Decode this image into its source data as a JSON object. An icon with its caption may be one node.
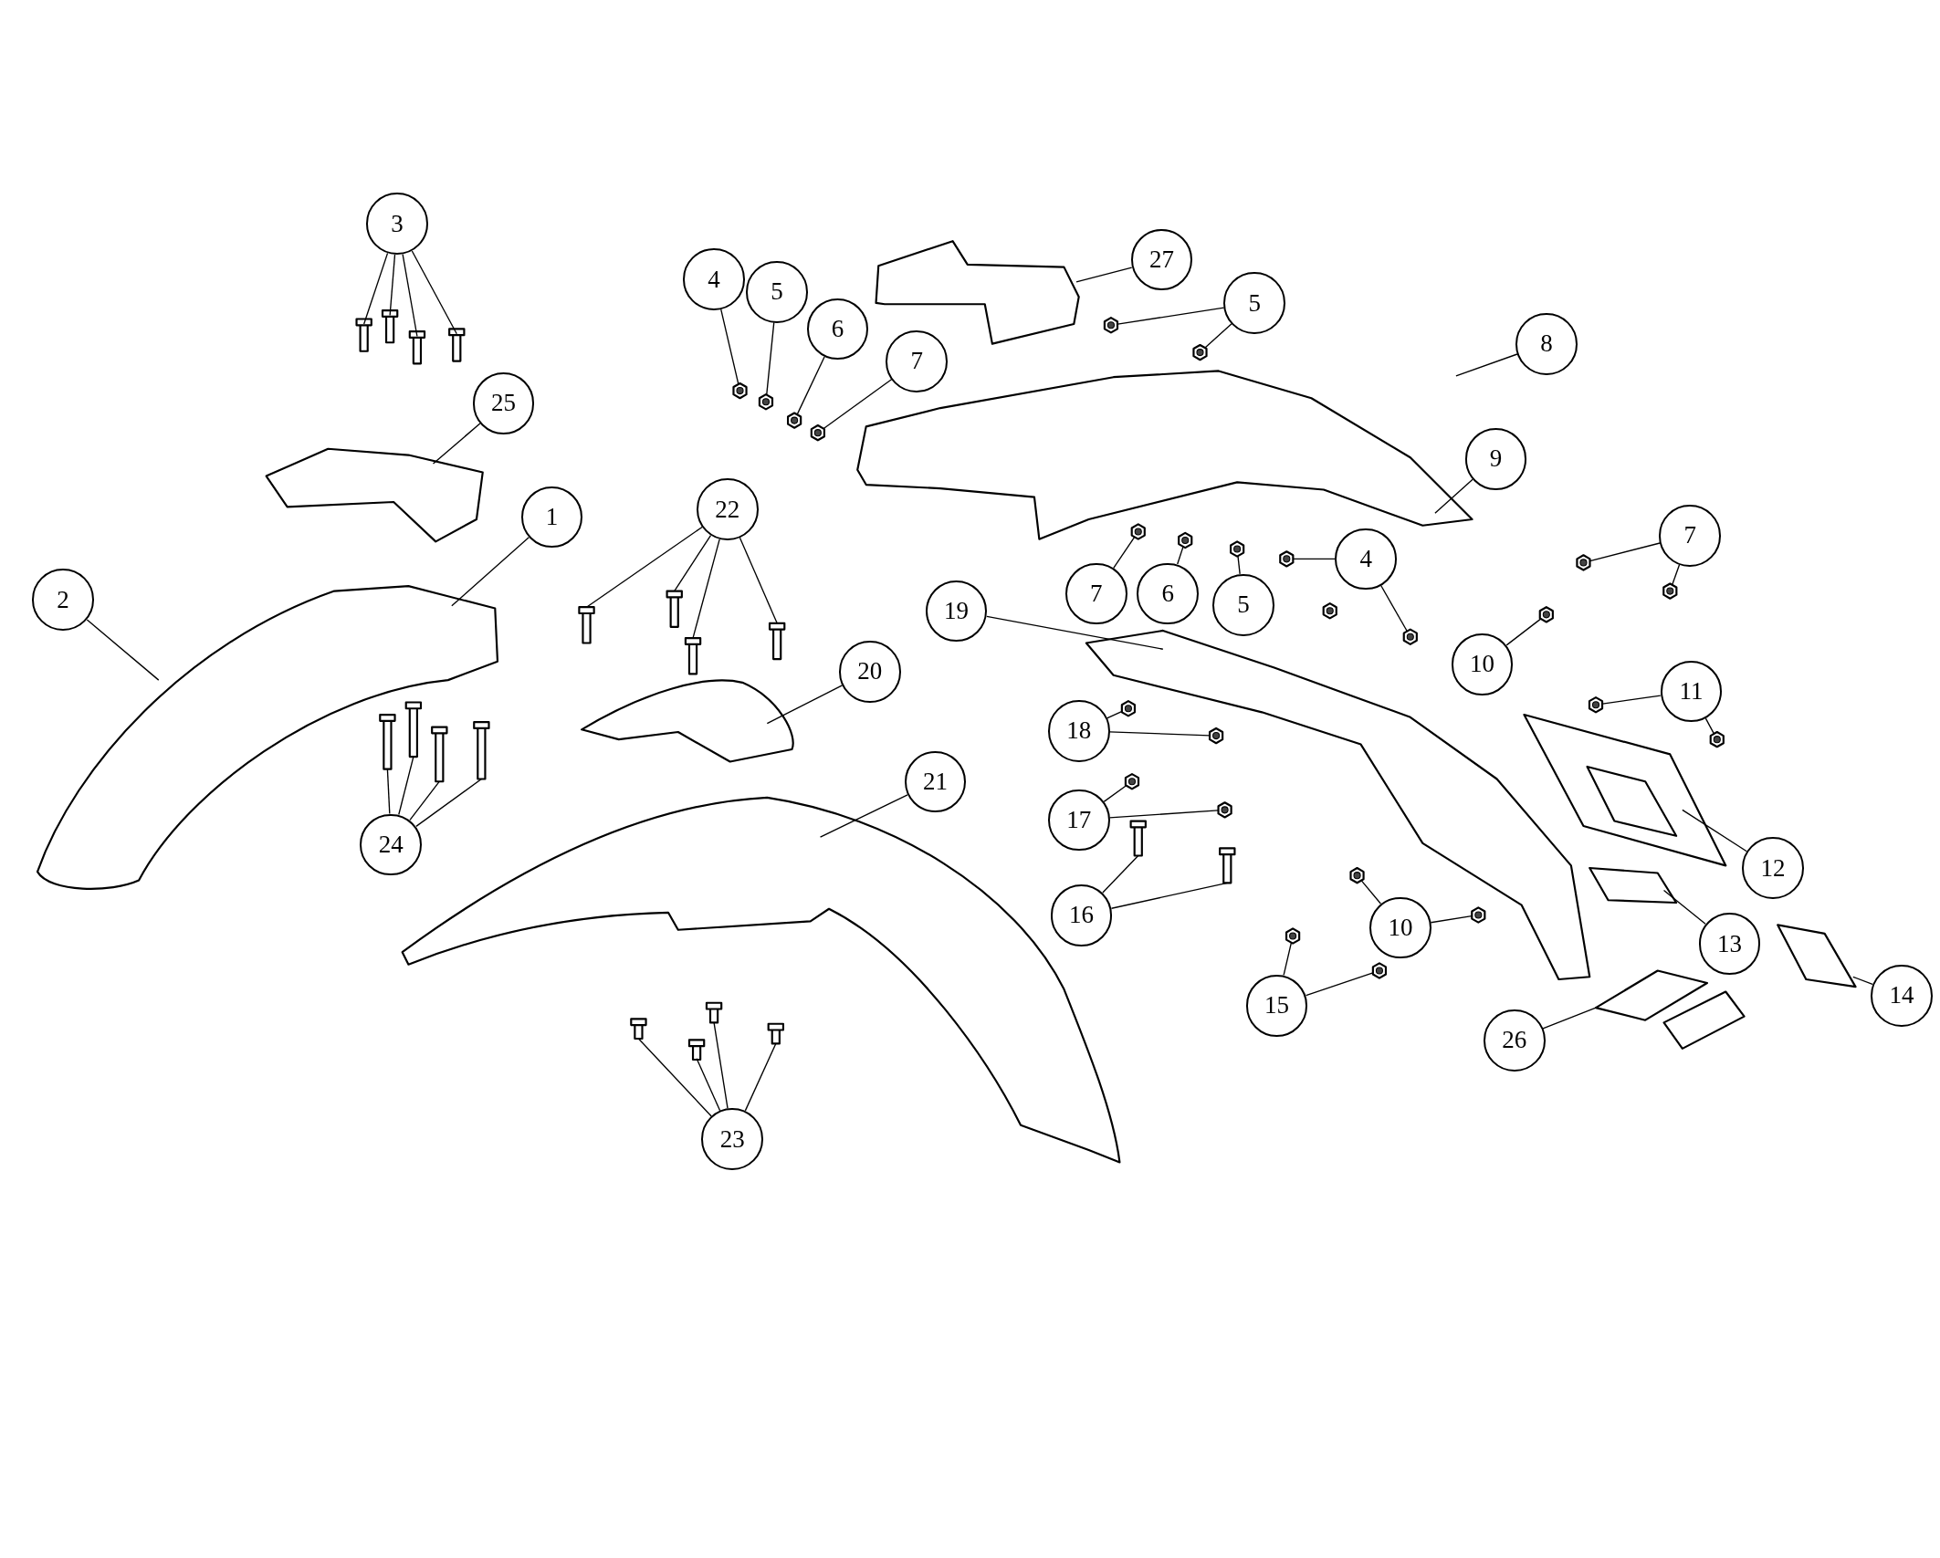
{
  "diagram": {
    "nodes": [
      {
        "text": [
          "3"
        ]
      },
      {
        "text": [
          "27"
        ]
      },
      {
        "text": [
          "4"
        ]
      },
      {
        "text": [
          "5"
        ]
      },
      {
        "text": [
          "5"
        ]
      },
      {
        "text": [
          "6"
        ]
      },
      {
        "text": [
          "8"
        ]
      },
      {
        "text": [
          "7"
        ]
      },
      {
        "text": [
          "25"
        ]
      },
      {
        "text": [
          "9"
        ]
      },
      {
        "text": [
          "22"
        ]
      },
      {
        "text": [
          "1"
        ]
      },
      {
        "text": [
          "7"
        ]
      },
      {
        "text": [
          "4"
        ]
      },
      {
        "text": [
          "7"
        ]
      },
      {
        "text": [
          "6"
        ]
      },
      {
        "text": [
          "2"
        ]
      },
      {
        "text": [
          "5"
        ]
      },
      {
        "text": [
          "19"
        ]
      },
      {
        "text": [
          "10"
        ]
      },
      {
        "text": [
          "20"
        ]
      },
      {
        "text": [
          "11"
        ]
      },
      {
        "text": [
          "18"
        ]
      },
      {
        "text": [
          "21"
        ]
      },
      {
        "text": [
          "17"
        ]
      },
      {
        "text": [
          "24"
        ]
      },
      {
        "text": [
          "12"
        ]
      },
      {
        "text": [
          "16"
        ]
      },
      {
        "text": [
          "10"
        ]
      },
      {
        "text": [
          "13"
        ]
      },
      {
        "text": [
          "14"
        ]
      },
      {
        "text": [
          "15"
        ]
      },
      {
        "text": [
          "26"
        ]
      },
      {
        "text": [
          "23"
        ]
      },
      {
        "text": [],
        "shape": "picture"
      },
      {
        "text": [],
        "shape": "picture"
      },
      {
        "text": [],
        "shape": "picture"
      },
      {
        "text": [],
        "shape": "picture"
      },
      {
        "text": [],
        "shape": "picture"
      },
      {
        "text": [],
        "shape": "picture"
      },
      {
        "text": [],
        "shape": "picture"
      },
      {
        "text": [],
        "shape": "picture"
      },
      {
        "text": [],
        "shape": "picture"
      },
      {
        "text": [],
        "shape": "picture"
      },
      {
        "text": [],
        "shape": "picture"
      },
      {
        "text": [],
        "shape": "picture"
      },
      {
        "text": [],
        "shape": "picture"
      },
      {
        "text": [],
        "shape": "picture"
      },
      {
        "text": [],
        "shape": "picture"
      },
      {
        "text": [],
        "shape": "picture"
      },
      {
        "text": [],
        "shape": "picture"
      },
      {
        "text": [],
        "shape": "picture"
      },
      {
        "text": [],
        "shape": "picture"
      },
      {
        "text": [],
        "shape": "picture"
      },
      {
        "text": [],
        "shape": "picture"
      },
      {
        "text": [],
        "shape": "picture"
      },
      {
        "text": [],
        "shape": "picture"
      },
      {
        "text": [],
        "shape": "picture"
      },
      {
        "text": [],
        "shape": "picture"
      },
      {
        "text": [],
        "shape": "picture"
      },
      {
        "text": [],
        "shape": "picture"
      },
      {
        "text": [],
        "shape": "picture"
      },
      {
        "text": [],
        "shape": "picture"
      },
      {
        "text": [],
        "shape": "picture"
      },
      {
        "text": [],
        "shape": "picture"
      },
      {
        "text": [],
        "shape": "picture"
      },
      {
        "text": [],
        "shape": "picture"
      },
      {
        "text": [],
        "shape": "picture"
      },
      {
        "text": [],
        "shape": "picture"
      },
      {
        "text": [],
        "shape": "picture"
      },
      {
        "text": [],
        "shape": "picture"
      },
      {
        "text": [],
        "shape": "picture"
      },
      {
        "text": [],
        "shape": "picture"
      },
      {
        "text": [],
        "shape": "picture"
      },
      {
        "text": [],
        "shape": "picture"
      },
      {
        "text": [],
        "shape": "picture"
      },
      {
        "text": [],
        "shape": "picture"
      },
      {
        "text": [],
        "shape": "picture"
      },
      {
        "text": [],
        "shape": "picture"
      },
      {
        "text": [],
        "shape": "picture"
      },
      {
        "text": [],
        "shape": "picture"
      },
      {
        "text": [],
        "shape": "picture"
      },
      {
        "text": [],
        "shape": "picture"
      },
      {
        "text": [],
        "shape": "picture"
      },
      {
        "text": [],
        "shape": "picture"
      },
      {
        "text": [],
        "shape": "picture"
      },
      {
        "text": [],
        "shape": "picture"
      }
    ],
    "edges": [
      {
        "from": 0,
        "to": 34,
        "arrow": "none"
      },
      {
        "from": 0,
        "to": 35,
        "arrow": "none"
      },
      {
        "from": 0,
        "to": 36,
        "arrow": "none"
      },
      {
        "from": 0,
        "to": 37,
        "arrow": "none"
      },
      {
        "from": 1,
        "to": 38,
        "arrow": "none"
      },
      {
        "from": 2,
        "to": 39,
        "arrow": "none"
      },
      {
        "from": 3,
        "to": 40,
        "arrow": "none"
      },
      {
        "from": 4,
        "to": 41,
        "arrow": "none"
      },
      {
        "from": 4,
        "to": 42,
        "arrow": "none"
      },
      {
        "from": 5,
        "to": 43,
        "arrow": "none"
      },
      {
        "from": 6,
        "to": null,
        "arrow": "none"
      },
      {
        "from": 7,
        "to": 44,
        "arrow": "none"
      },
      {
        "from": 8,
        "to": 45,
        "arrow": "none"
      },
      {
        "from": 9,
        "to": 46,
        "arrow": "none"
      },
      {
        "from": 10,
        "to": 47,
        "arrow": "none"
      },
      {
        "from": 10,
        "to": 48,
        "arrow": "none"
      },
      {
        "from": 10,
        "to": 49,
        "arrow": "none"
      },
      {
        "from": 10,
        "to": 50,
        "arrow": "none"
      },
      {
        "from": 11,
        "to": 51,
        "arrow": "none"
      },
      {
        "from": 12,
        "to": 52,
        "arrow": "none"
      },
      {
        "from": 12,
        "to": 53,
        "arrow": "none"
      },
      {
        "from": 13,
        "to": 54,
        "arrow": "none"
      },
      {
        "from": 13,
        "to": 55,
        "arrow": "none"
      },
      {
        "from": 14,
        "to": 56,
        "arrow": "none"
      },
      {
        "from": 15,
        "to": 57,
        "arrow": "none"
      },
      {
        "from": 16,
        "to": 51,
        "arrow": "none"
      },
      {
        "from": 17,
        "to": 58,
        "arrow": "none"
      },
      {
        "from": 18,
        "to": 59,
        "arrow": "none"
      },
      {
        "from": 19,
        "to": 60,
        "arrow": "none"
      },
      {
        "from": 20,
        "to": 61,
        "arrow": "none"
      },
      {
        "from": 21,
        "to": 62,
        "arrow": "none"
      },
      {
        "from": 21,
        "to": 63,
        "arrow": "none"
      },
      {
        "from": 22,
        "to": 64,
        "arrow": "none"
      },
      {
        "from": 22,
        "to": 65,
        "arrow": "none"
      },
      {
        "from": 23,
        "to": 66,
        "arrow": "none"
      },
      {
        "from": 24,
        "to": 67,
        "arrow": "none"
      },
      {
        "from": 24,
        "to": 68,
        "arrow": "none"
      },
      {
        "from": 25,
        "to": 69,
        "arrow": "none"
      },
      {
        "from": 25,
        "to": 70,
        "arrow": "none"
      },
      {
        "from": 25,
        "to": 71,
        "arrow": "none"
      },
      {
        "from": 25,
        "to": 72,
        "arrow": "none"
      },
      {
        "from": 26,
        "to": 73,
        "arrow": "none"
      },
      {
        "from": 27,
        "to": 74,
        "arrow": "none"
      },
      {
        "from": 27,
        "to": 75,
        "arrow": "none"
      },
      {
        "from": 28,
        "to": 76,
        "arrow": "none"
      },
      {
        "from": 28,
        "to": 77,
        "arrow": "none"
      },
      {
        "from": 29,
        "to": 78,
        "arrow": "none"
      },
      {
        "from": 30,
        "to": 79,
        "arrow": "none"
      },
      {
        "from": 31,
        "to": 80,
        "arrow": "none"
      },
      {
        "from": 31,
        "to": 81,
        "arrow": "none"
      },
      {
        "from": 32,
        "to": 82,
        "arrow": "none"
      },
      {
        "from": 33,
        "to": 83,
        "arrow": "none"
      },
      {
        "from": 33,
        "to": 84,
        "arrow": "none"
      },
      {
        "from": 33,
        "to": 85,
        "arrow": "none"
      },
      {
        "from": 33,
        "to": 86,
        "arrow": "none"
      }
    ]
  }
}
